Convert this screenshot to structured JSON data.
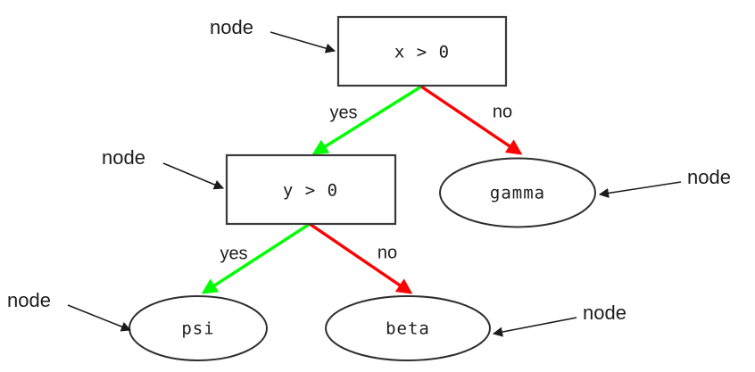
{
  "diagram": {
    "type": "decision-tree",
    "title": "",
    "colors": {
      "yes_edge": "#00ff00",
      "no_edge": "#ff0000",
      "node_stroke": "#3a3a3a",
      "annotation": "#1c1c1c",
      "background": "#ffffff"
    },
    "nodes": [
      {
        "id": "root",
        "shape": "box",
        "label": "x > 0"
      },
      {
        "id": "inner",
        "shape": "box",
        "label": "y > 0"
      },
      {
        "id": "gamma",
        "shape": "ellipse",
        "label": "gamma"
      },
      {
        "id": "psi",
        "shape": "ellipse",
        "label": "psi"
      },
      {
        "id": "beta",
        "shape": "ellipse",
        "label": "beta"
      }
    ],
    "edges": [
      {
        "from": "root",
        "to": "inner",
        "label": "yes",
        "color": "#00ff00"
      },
      {
        "from": "root",
        "to": "gamma",
        "label": "no",
        "color": "#ff0000"
      },
      {
        "from": "inner",
        "to": "psi",
        "label": "yes",
        "color": "#00ff00"
      },
      {
        "from": "inner",
        "to": "beta",
        "label": "no",
        "color": "#ff0000"
      }
    ],
    "annotations": [
      {
        "id": "annot-root",
        "label": "node",
        "points_to": "root"
      },
      {
        "id": "annot-inner",
        "label": "node",
        "points_to": "inner"
      },
      {
        "id": "annot-gamma",
        "label": "node",
        "points_to": "gamma"
      },
      {
        "id": "annot-psi",
        "label": "node",
        "points_to": "psi"
      },
      {
        "id": "annot-beta",
        "label": "node",
        "points_to": "beta"
      }
    ]
  }
}
